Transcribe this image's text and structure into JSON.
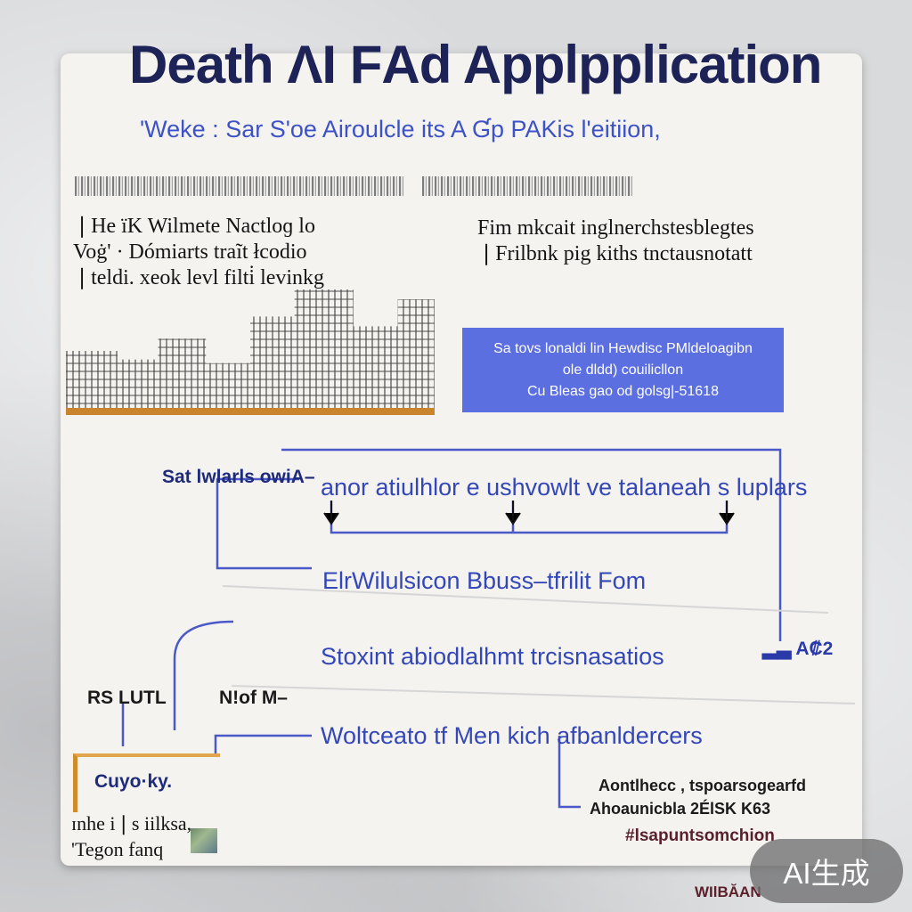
{
  "header": {
    "title": "Death ΛΙ FΑd Applpplication",
    "subtitle": "'Weke : Sar S'oe Airoulcle its A Ɠp PAKis l'eitiion,"
  },
  "left_panel": {
    "lines": [
      "❘He ïK Wilmete Nactloɡ lo",
      "Voġ' · Dómiarts traĩt łcodio",
      "❘teldi. xeok levl filti̇ lеvinkg"
    ]
  },
  "right_panel": {
    "lines": [
      "Fim mkcait inglnerchstesblegtes",
      "❘Frilbnk pig kiths tnctausnotatt"
    ],
    "callout": [
      "Sa tovs lonaldi lin Hewdisc PMldeloagibn",
      "ole dldd) couilicllon",
      "Cu Bleas gao od golsg|-51618"
    ]
  },
  "flow": {
    "source_label": "Sat lwlarls owiA–",
    "top_node": "anor atiulhlor e ushvowlt ve talaneah s luplars",
    "node_2": "ElrWilulsicon Bbuss–tfrilit Fom",
    "node_3": "Stoxint abiodlalhmt trcisnasatios",
    "node_4": "Woltceato tf Men kich afbanldercers",
    "left_label_1": "RS LUTL",
    "left_label_2": "N!of M–",
    "right_stub": "▂▃ A₡2"
  },
  "bottom_left": {
    "box_label": "Cuyo·ky.",
    "line_1": "ɪnhe i❘s iilksa,",
    "line_2": "'Tegon fanq"
  },
  "bottom_right": {
    "line_1": "Aontlhecc , tspoarsogearfd",
    "line_2": "Ahoaunicbla 2ÉlSK K63",
    "line_3": "#lsapuntsomchion",
    "footer": "WIlBĂAN"
  },
  "badge": {
    "label": "AI生成"
  },
  "colors": {
    "title": "#1d2356",
    "accent_blue": "#3d52c6",
    "callout_fill": "#5b6fe0",
    "orange_accent": "#c8852d",
    "connector": "#4a58c8"
  }
}
